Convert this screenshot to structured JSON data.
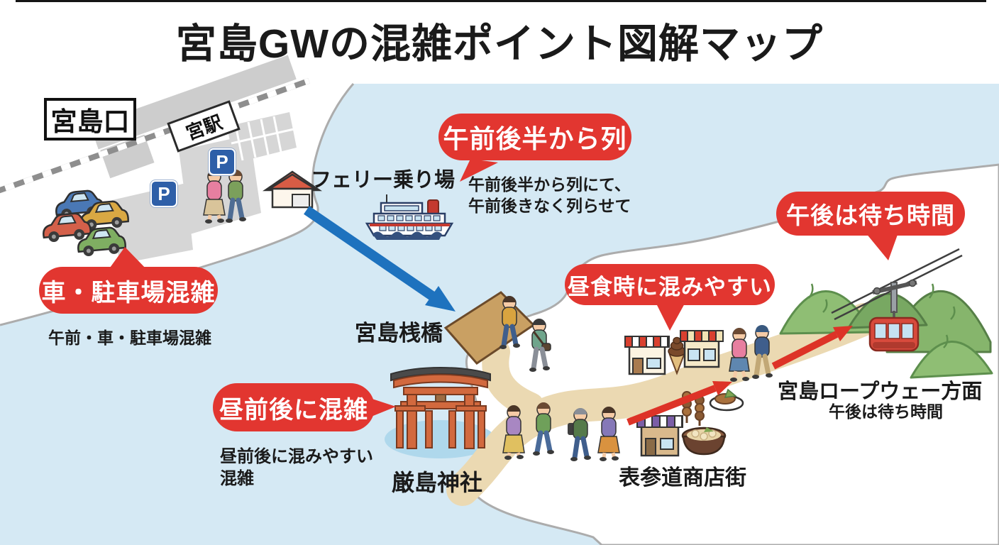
{
  "title": "宮島GWの混雑ポイント図解マップ",
  "colors": {
    "bubble_red": "#E23630",
    "sea_blue": "#D5E9F4",
    "water_oval": "#AFD8EC",
    "path_beige": "#EBD9B2",
    "arrow_blue": "#1E72BE",
    "arrow_red": "#DD3327",
    "mountain_green": "#8FBE74",
    "torii_orange": "#D2693E",
    "parking_sign_blue": "#2E5FA8",
    "coast_gray": "#ACACAC",
    "title_black": "#1A1A1A"
  },
  "mainland": {
    "area_label": "宮島口",
    "station_sign": "宮駅",
    "parking_letter": "P",
    "bubble": {
      "label": "車・駐車場混雑",
      "note": "午前・車・駐車場混雑"
    }
  },
  "ferry": {
    "label": "フェリー乗り場",
    "bubble": {
      "label": "午前後半から列",
      "note_line1": "午前後半から列にて、",
      "note_line2": "午前後きなく列らせて"
    }
  },
  "pier": {
    "label": "宮島桟橋"
  },
  "shrine": {
    "label": "厳島神社",
    "bubble": {
      "label": "昼前後に混雑",
      "note_line1": "昼前後に混みやすい",
      "note_line2": "混雑"
    }
  },
  "street": {
    "label": "表参道商店街",
    "bubble": {
      "label": "昼食時に混みやすい"
    }
  },
  "ropeway": {
    "label": "宮島ロープウェー方面",
    "note": "午後は待ち時間",
    "bubble": {
      "label": "午後は待ち時間"
    }
  },
  "icons": [
    "railway-track-icon",
    "parking-sign-icon",
    "car-icon",
    "pedestrian-icon",
    "ferry-terminal-icon",
    "ferry-icon",
    "pier-icon",
    "torii-gate-icon",
    "shop-icon",
    "soft-serve-icon",
    "skewer-icon",
    "food-plate-icon",
    "noodle-bowl-icon",
    "mountain-icon",
    "ropeway-gondola-icon",
    "route-arrow-icon"
  ]
}
